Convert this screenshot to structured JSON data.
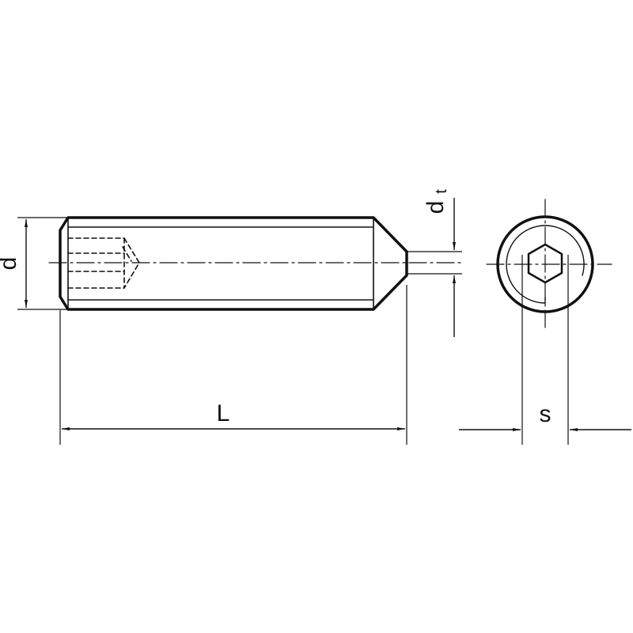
{
  "drawing": {
    "labels": {
      "d": "d",
      "dt_main": "d",
      "dt_sub": "t",
      "L": "L",
      "s": "s"
    },
    "colors": {
      "line": "#111111",
      "background": "#ffffff"
    }
  }
}
